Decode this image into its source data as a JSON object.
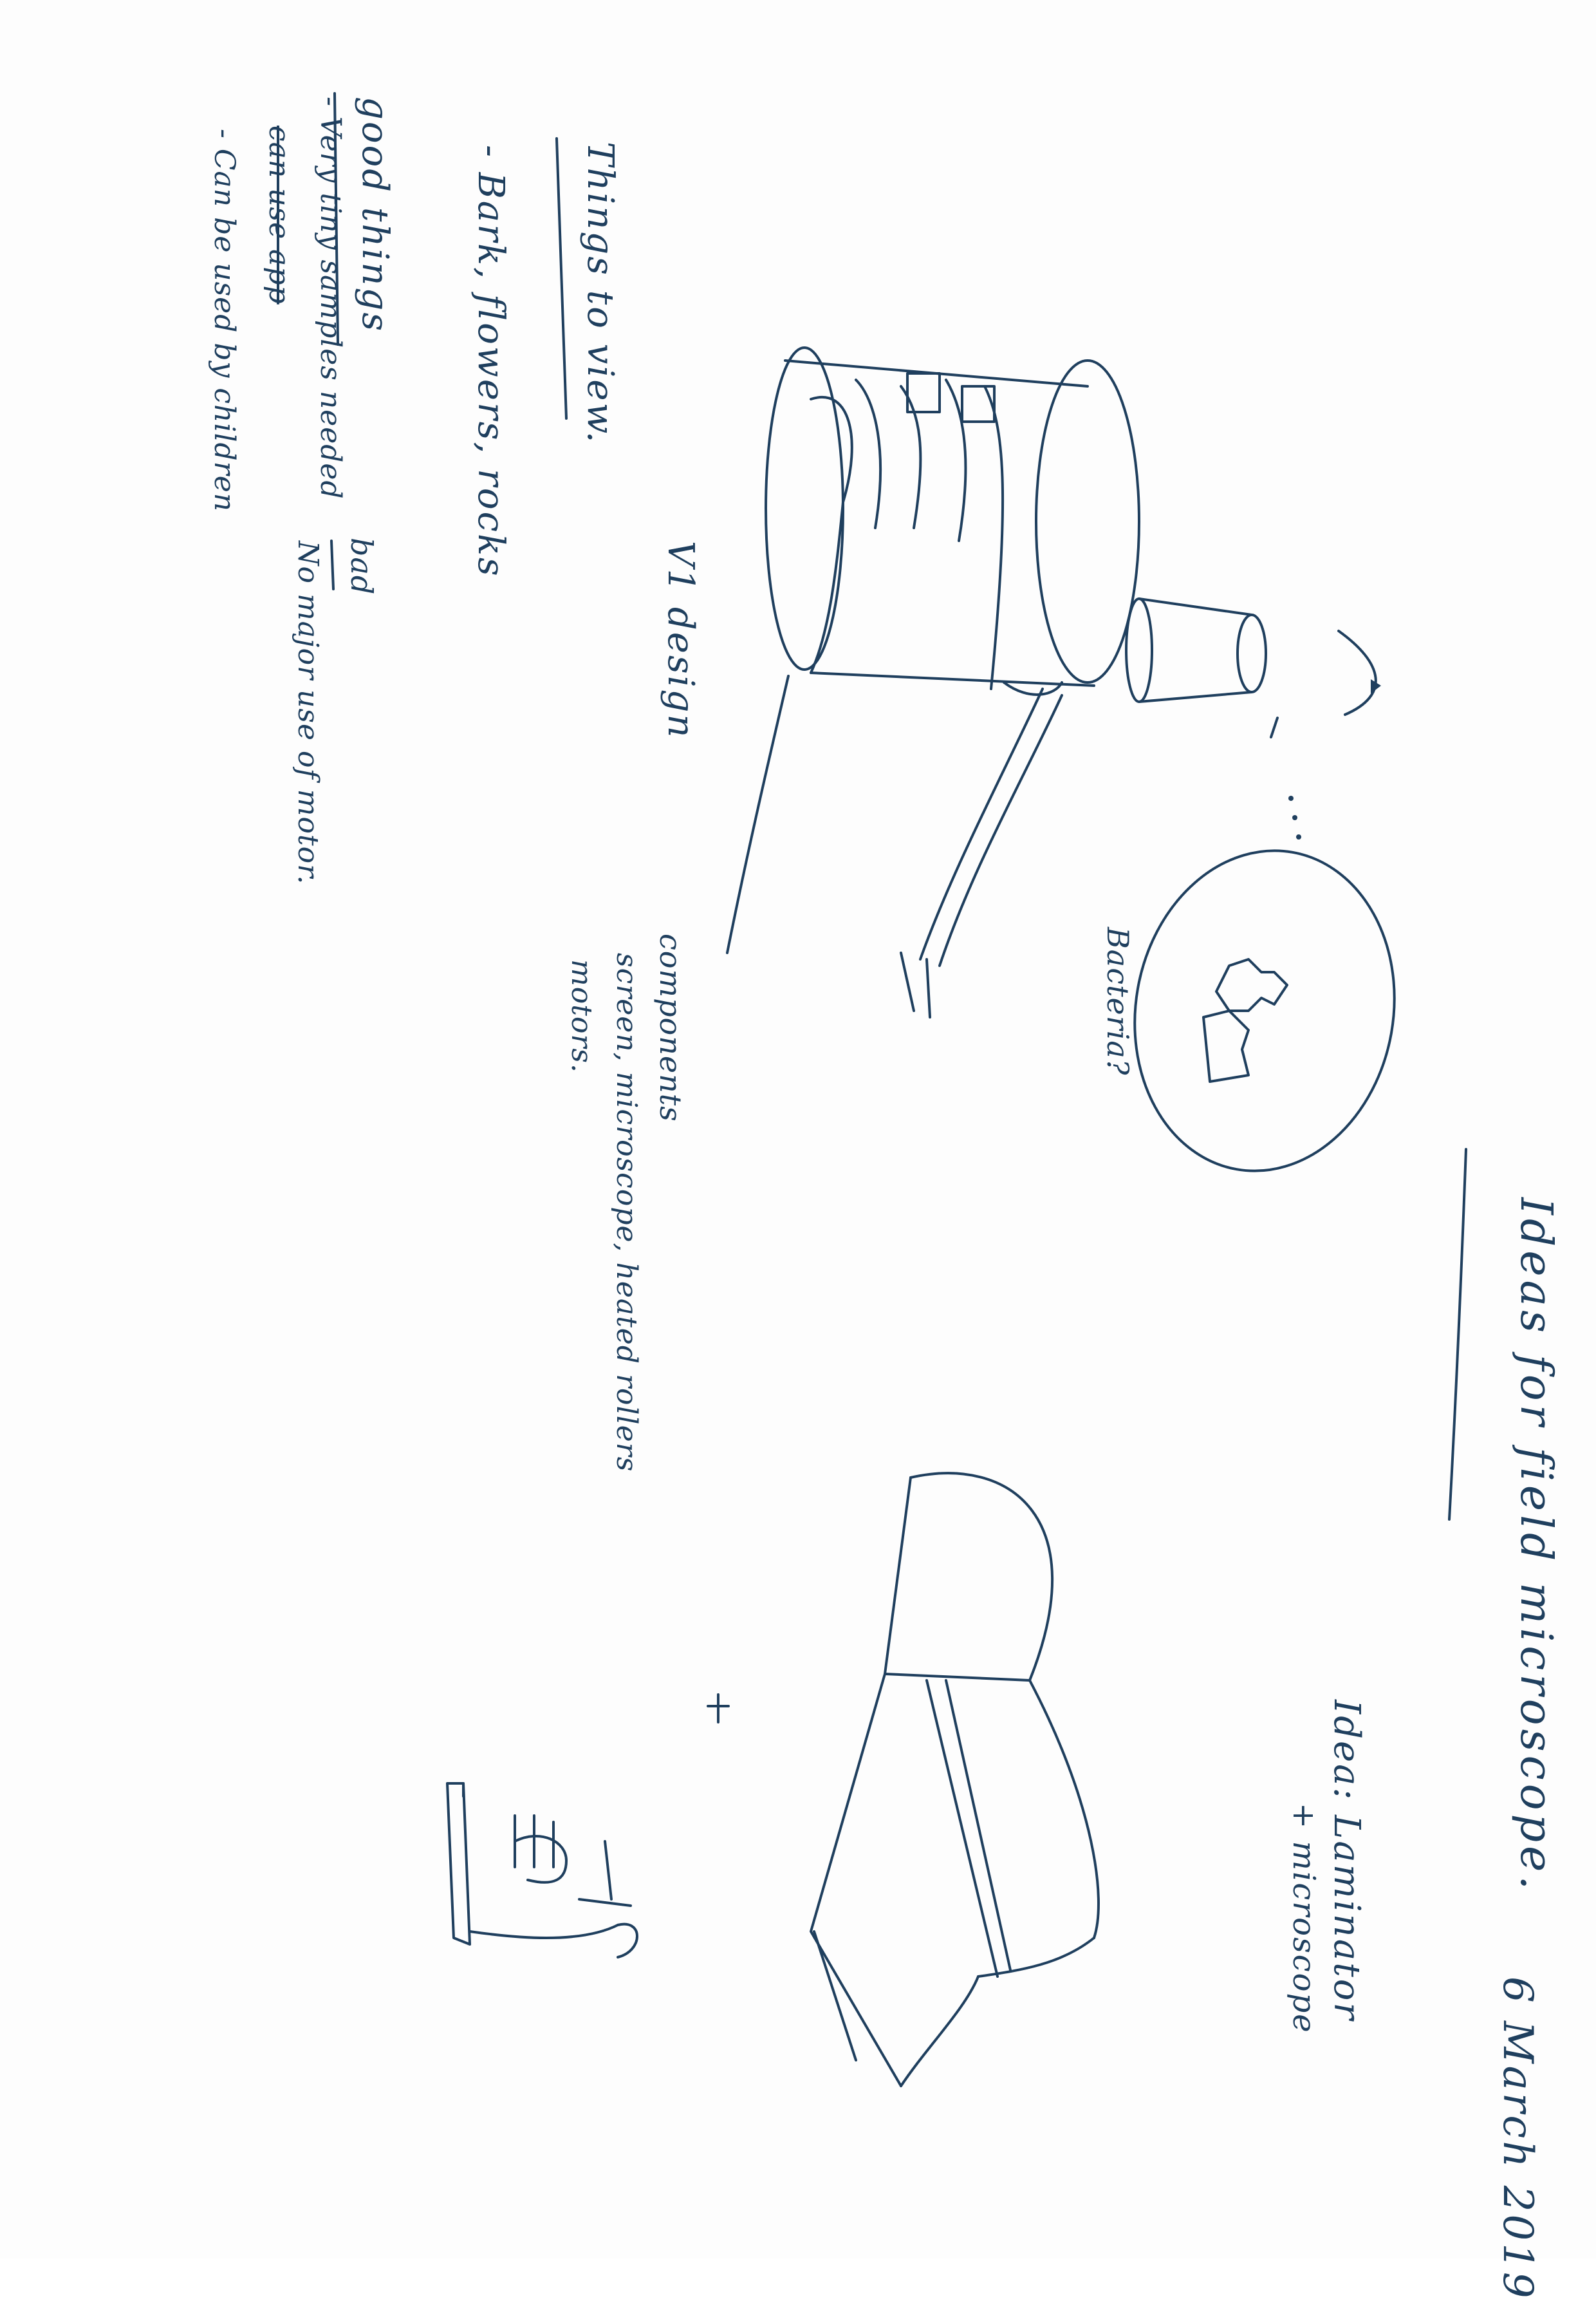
{
  "notes": {
    "title": "Ideas for field microscope.",
    "date": "6 March 2019",
    "idea_label": "Idea: Laminator",
    "idea_plus": "+ microscope",
    "plus_sign": "+",
    "bacteria": "Bacteria?",
    "components_heading": "components",
    "components_line1": "screen, microscope, heated rollers",
    "components_line2": "motors.",
    "v1_design": "V1 design",
    "things_heading": "Things to view.",
    "things_item1": "- Bark, flowers, rocks",
    "good_heading": "good things",
    "good_item1": "- Very tiny samples needed",
    "good_item2": "can use app",
    "good_item3": "- Can be used by children",
    "bad_heading": "bad",
    "bad_item1": "No major use of motor."
  },
  "ink_color": "#1f3f5e"
}
